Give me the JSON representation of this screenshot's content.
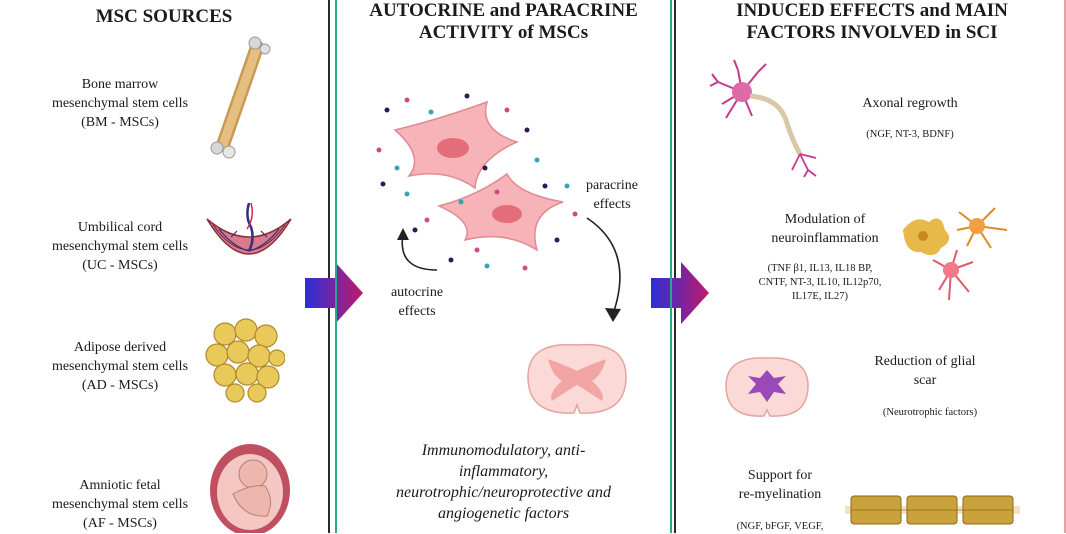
{
  "col1": {
    "title": "MSC SOURCES",
    "sources": [
      {
        "line1": "Bone marrow",
        "line2": "mesenchymal stem cells",
        "line3": "(BM - MSCs)"
      },
      {
        "line1": "Umbilical cord",
        "line2": "mesenchymal stem cells",
        "line3": "(UC - MSCs)"
      },
      {
        "line1": "Adipose derived",
        "line2": "mesenchymal stem cells",
        "line3": "(AD - MSCs)"
      },
      {
        "line1": "Amniotic fetal",
        "line2": "mesenchymal stem cells",
        "line3": "(AF - MSCs)"
      }
    ]
  },
  "col2": {
    "title_line1": "AUTOCRINE and PARACRINE",
    "title_line2": "ACTIVITY of MSCs",
    "paracrine_line1": "paracrine",
    "paracrine_line2": "effects",
    "autocrine_line1": "autocrine",
    "autocrine_line2": "effects",
    "factors_line1": "Immunomodulatory, anti-",
    "factors_line2": "inflammatory,",
    "factors_line3": "neurotrophic/neuroprotective and",
    "factors_line4": "angiogenetic factors"
  },
  "col3": {
    "title_line1": "INDUCED EFFECTS and MAIN",
    "title_line2": "FACTORS INVOLVED in SCI",
    "effects": [
      {
        "heading": "Axonal regrowth",
        "factors": "(NGF, NT-3, BDNF)"
      },
      {
        "heading_line1": "Modulation of",
        "heading_line2": "neuroinflammation",
        "factors_line1": "(TNF β1, IL13, IL18 BP,",
        "factors_line2": "CNTF, NT-3, IL10, IL12p70,",
        "factors_line3": "IL17E, IL27)"
      },
      {
        "heading_line1": "Reduction of glial",
        "heading_line2": "scar",
        "factors": "(Neurotrophic factors)"
      },
      {
        "heading_line1": "Support for",
        "heading_line2": "re-myelination",
        "factors": "(NGF, bFGF, VEGF,"
      }
    ]
  },
  "colors": {
    "panel2_border": "#2aa88a",
    "panel3_border": "#e8a0a0",
    "arrow_gradient_start": "#2b2fd8",
    "arrow_gradient_end": "#c01a6a",
    "cell_pink": "#f6b3b8",
    "bone": "#d9b070"
  },
  "icons": [
    "bone-icon",
    "umbilical-cord-icon",
    "adipose-tissue-icon",
    "fetus-icon",
    "msc-cells-icon",
    "spinal-cord-icon",
    "neuron-icon",
    "glial-cells-icon",
    "glial-scar-icon",
    "myelin-icon",
    "big-arrow-icon"
  ]
}
